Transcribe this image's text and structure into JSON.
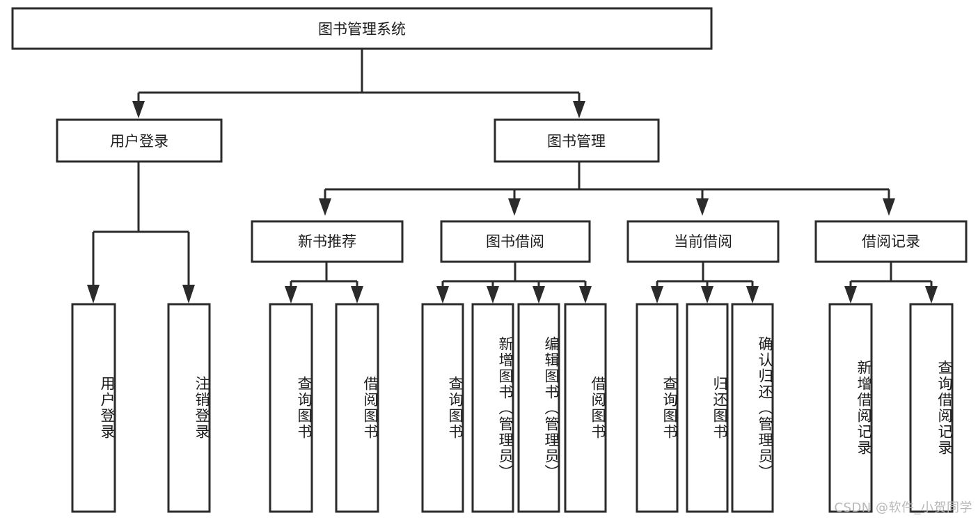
{
  "diagram": {
    "type": "tree-hierarchy",
    "title": "图书管理系统",
    "orientation": "top-down",
    "colors": {
      "box_stroke": "#2b2b2b",
      "box_fill": "#ffffff",
      "text": "#1c1c1c",
      "connector": "#2b2b2b",
      "watermark": "#b9b9b9",
      "background": "#ffffff"
    },
    "root": {
      "label": "图书管理系统"
    },
    "level2": [
      {
        "label": "用户登录"
      },
      {
        "label": "图书管理"
      }
    ],
    "level3": [
      {
        "label": "新书推荐"
      },
      {
        "label": "图书借阅"
      },
      {
        "label": "当前借阅"
      },
      {
        "label": "借阅记录"
      }
    ],
    "leaves": {
      "user_login": [
        {
          "label": "用户登录"
        },
        {
          "label": "注销登录"
        }
      ],
      "new_book_recommend": [
        {
          "label": "查询图书"
        },
        {
          "label": "借阅图书"
        }
      ],
      "book_borrow": [
        {
          "label": "查询图书"
        },
        {
          "label": "新增图书（管理员）"
        },
        {
          "label": "编辑图书（管理员）"
        },
        {
          "label": "借阅图书"
        }
      ],
      "current_borrow": [
        {
          "label": "查询图书"
        },
        {
          "label": "归还图书"
        },
        {
          "label": "确认归还（管理员）"
        }
      ],
      "borrow_record": [
        {
          "label": "新增借阅记录"
        },
        {
          "label": "查询借阅记录"
        }
      ]
    }
  },
  "watermark": {
    "text": "CSDN @软件_小贺同学"
  }
}
